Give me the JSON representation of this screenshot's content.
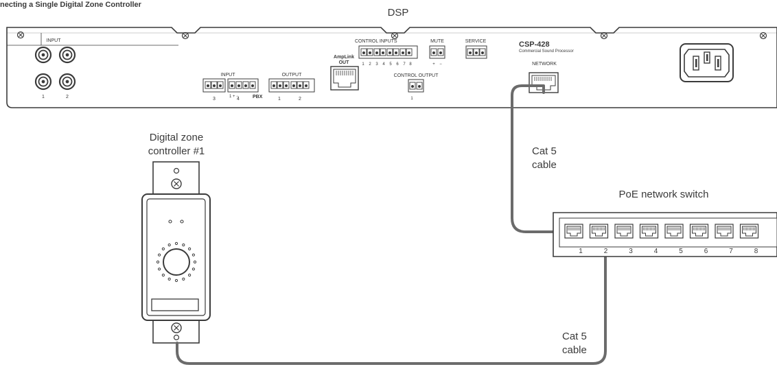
{
  "title": "necting a Single Digital Zone Controller",
  "dsp": {
    "label": "DSP",
    "model": "CSP-428",
    "model_sub": "Commercial Sound Processor",
    "input_rca": "INPUT",
    "rca_nums": [
      "1",
      "2"
    ],
    "input_block": "INPUT",
    "input_block_nums": [
      "3",
      "4"
    ],
    "pbx": "PBX",
    "output_block": "OUTPUT",
    "output_block_nums": [
      "1",
      "2"
    ],
    "amplink": "AmpLink",
    "amplink_out": "OUT",
    "control_inputs": "CONTROL INPUTS",
    "control_inputs_nums": [
      "1",
      "2",
      "3",
      "4",
      "5",
      "6",
      "7",
      "8"
    ],
    "control_output": "CONTROL OUTPUT",
    "control_output_num": "1",
    "mute": "MUTE",
    "mute_pm": [
      "+",
      "−"
    ],
    "service": "SERVICE",
    "network": "NETWORK"
  },
  "zone_controller": {
    "label_line1": "Digital zone",
    "label_line2": "controller #1"
  },
  "cable_top": {
    "line1": "Cat 5",
    "line2": "cable"
  },
  "cable_bottom": {
    "line1": "Cat 5",
    "line2": "cable"
  },
  "switch": {
    "label": "PoE network switch",
    "ports": [
      "1",
      "2",
      "3",
      "4",
      "5",
      "6",
      "7",
      "8"
    ]
  },
  "colors": {
    "line": "#3a3a3a",
    "cable": "#6b6b6b",
    "panel": "#ffffff"
  }
}
